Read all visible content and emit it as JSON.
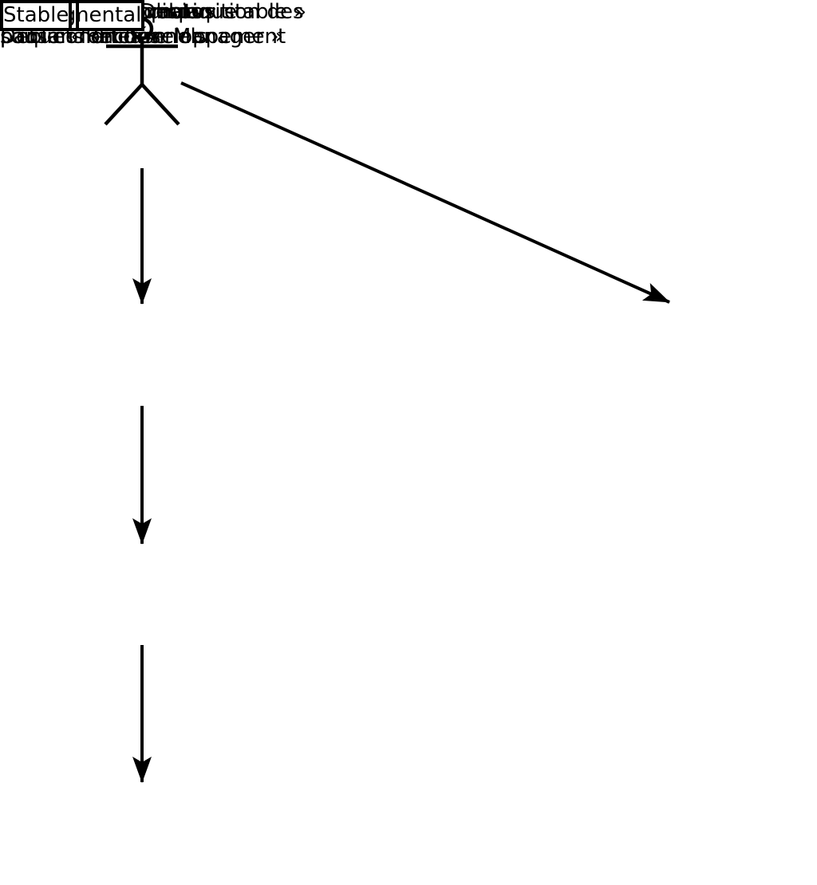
{
  "actor": {
    "label": "Développeur Debian",
    "icon": "stick-figure-icon"
  },
  "boxes": {
    "unstable": {
      "label": "Unstable"
    },
    "experimental": {
      "label": "Experimental"
    },
    "testing": {
      "label": "Testing"
    },
    "stable": {
      "label": "Stable"
    }
  },
  "notes": {
    "experimental": {
      "lines": [
        "Peut mettre à disposition des",
        "paquets en développement"
      ]
    },
    "upload": {
      "lines": [
        "Envoie ses paquets",
        "Debian fonctionnels"
      ]
    },
    "migration": {
      "lines": [
        "Migration automatique",
        "sous conditions"
      ]
    },
    "promotion": {
      "lines": [
        "Testing est promue « stable »",
        "par le « Release Manager »"
      ]
    }
  },
  "colors": {
    "ink": "#000000",
    "background": "#ffffff"
  }
}
